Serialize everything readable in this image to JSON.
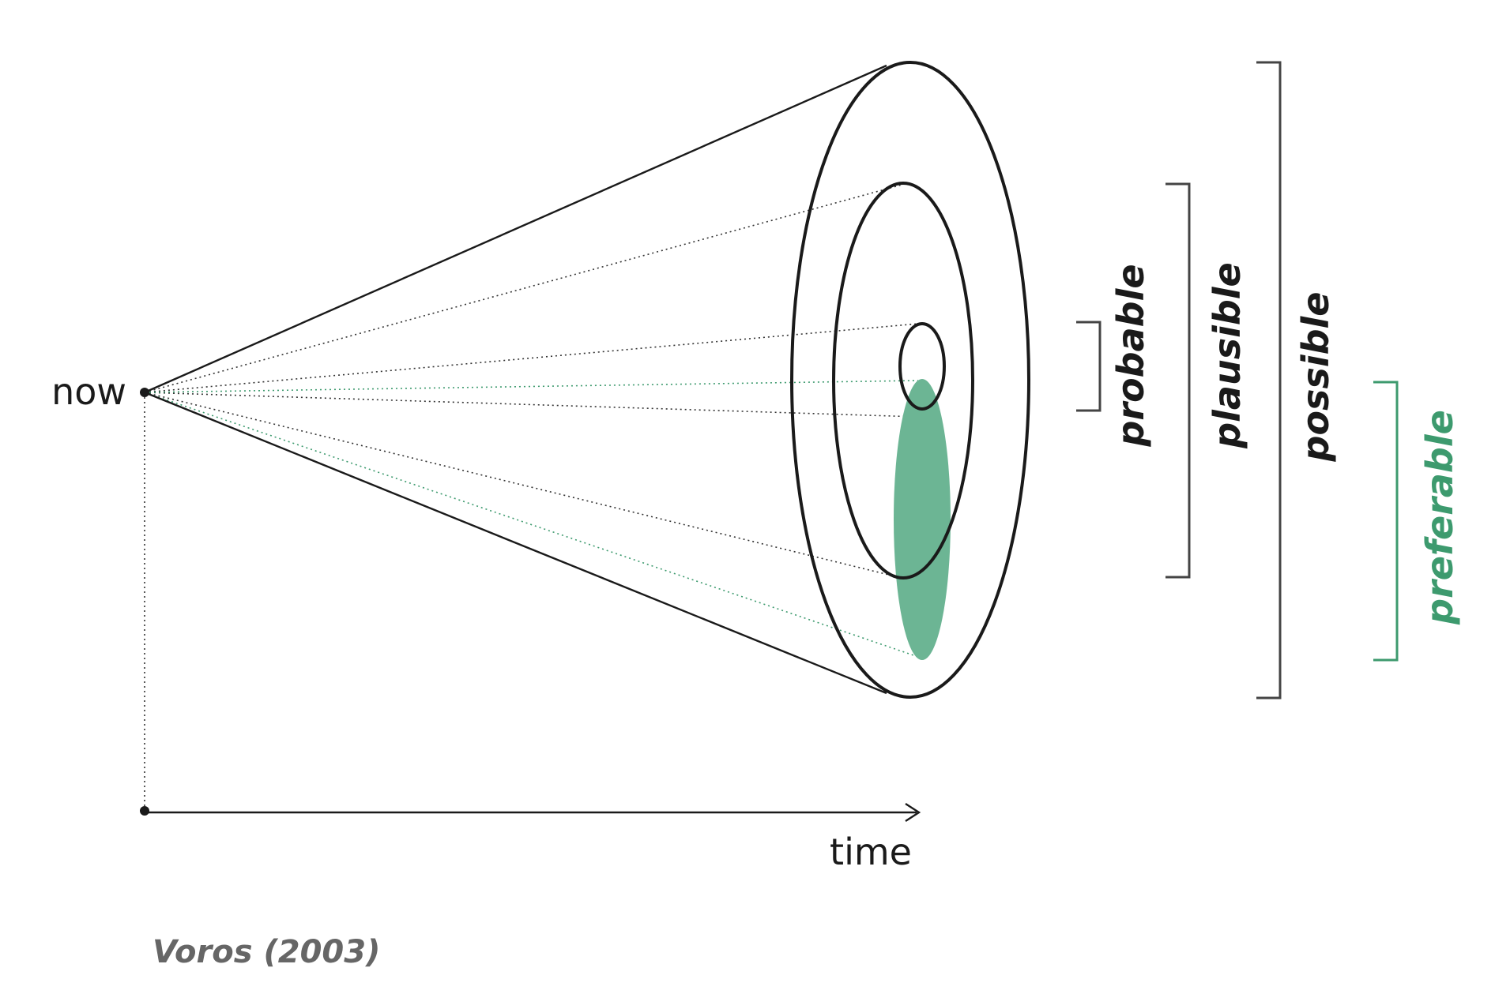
{
  "labels": {
    "now": "now",
    "time": "time",
    "probable": "probable",
    "plausible": "plausible",
    "possible": "possible",
    "preferable": "preferable",
    "citation": "Voros (2003)"
  },
  "colors": {
    "ink": "#1a1a1a",
    "preferable_green": "#3d9a6e",
    "preferable_fill": "#6cb594",
    "citation_grey": "#666666",
    "bracket_grey": "#444444"
  }
}
